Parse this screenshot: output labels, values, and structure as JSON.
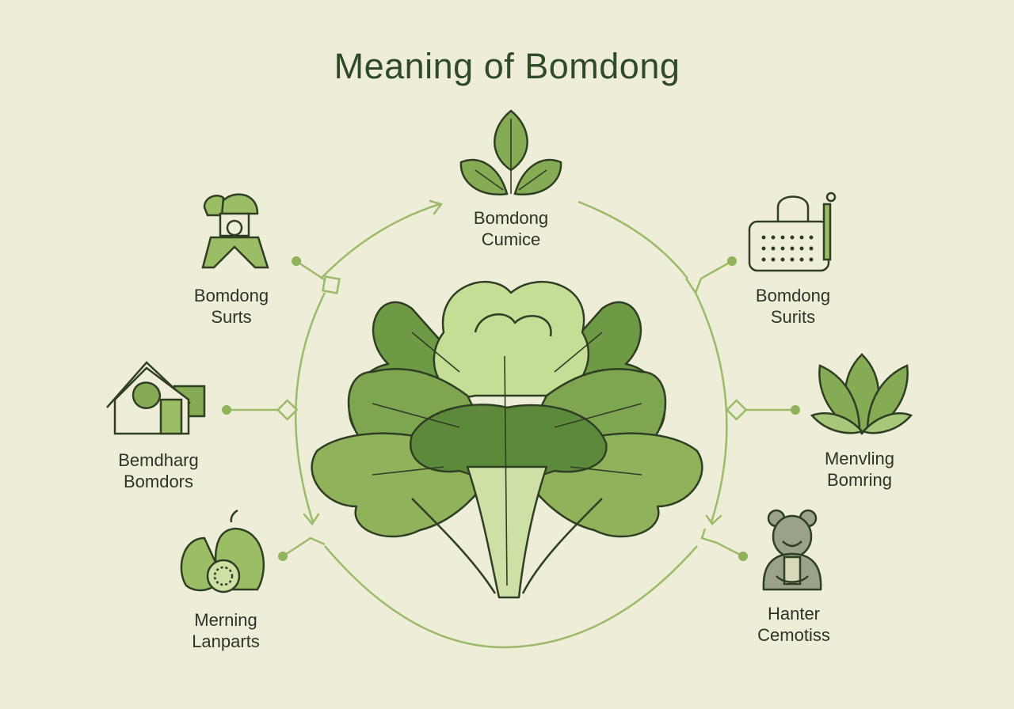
{
  "title": "Meaning of Bomdong",
  "nodes": [
    {
      "id": "top",
      "line1": "Bomdong",
      "line2": "Cumice",
      "icon": "leaf-cluster-icon"
    },
    {
      "id": "upper-left",
      "line1": "Bomdong",
      "line2": "Surts",
      "icon": "pavilion-icon"
    },
    {
      "id": "upper-right",
      "line1": "Bomdong",
      "line2": "Surits",
      "icon": "padlock-keypad-icon"
    },
    {
      "id": "mid-left",
      "line1": "Bemdharg",
      "line2": "Bomdors",
      "icon": "house-leaf-icon"
    },
    {
      "id": "mid-right",
      "line1": "Menvling",
      "line2": "Bomring",
      "icon": "leaves-icon"
    },
    {
      "id": "lower-left",
      "line1": "Merning",
      "line2": "Lanparts",
      "icon": "fruit-icon"
    },
    {
      "id": "lower-right",
      "line1": "Hanter",
      "line2": "Cemotiss",
      "icon": "bear-figure-icon"
    }
  ],
  "colors": {
    "background": "#eeeed8",
    "accent": "#8fb25a",
    "leaf": "#6f9a45",
    "leaf_dark": "#4f7a32",
    "ink": "#2d3327"
  }
}
